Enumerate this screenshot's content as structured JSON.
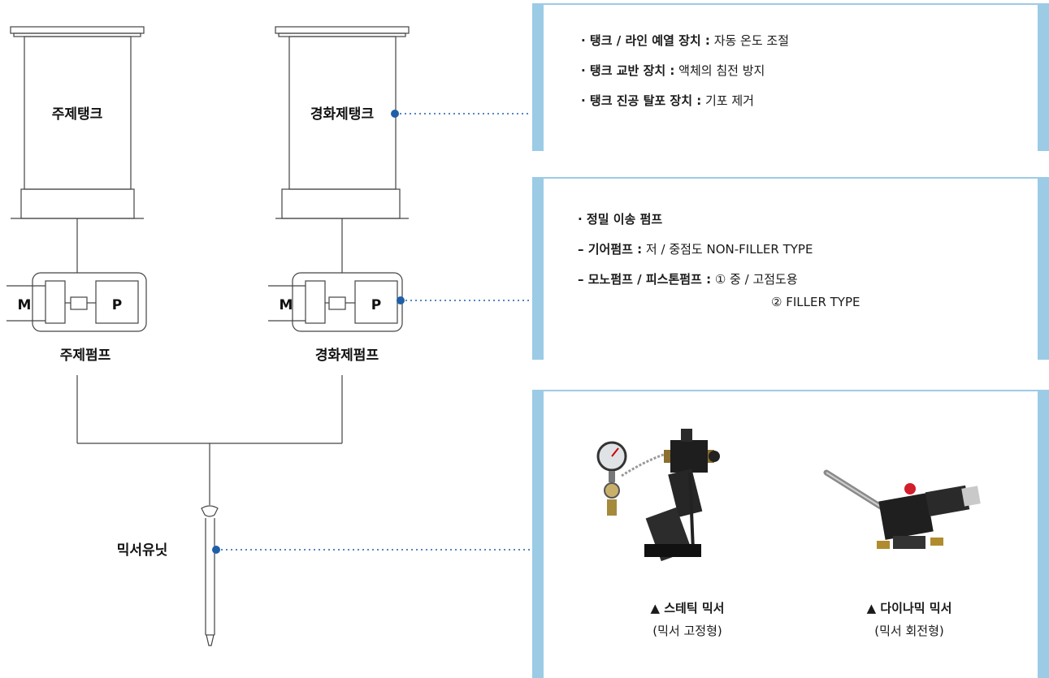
{
  "diagram": {
    "main_tank": "주제탱크",
    "hardener_tank": "경화제탱크",
    "motor": "M",
    "pump": "P",
    "main_pump": "주제펌프",
    "hardener_pump": "경화제펌프",
    "mixer_unit": "믹서유닛"
  },
  "tank_panel": {
    "items": [
      {
        "title": "· 탱크 / 라인 예열 장치 :",
        "desc": " 자동 온도 조절"
      },
      {
        "title": "· 탱크 교반 장치 :",
        "desc": " 액체의 침전 방지"
      },
      {
        "title": "· 탱크 진공 탈포 장치 :",
        "desc": " 기포 제거"
      }
    ]
  },
  "pump_panel": {
    "heading": "· 정밀 이송 펌프",
    "gear": {
      "title": "– 기어펌프 :",
      "desc": " 저 / 중점도 NON-FILLER TYPE"
    },
    "mono": {
      "title": "– 모노펌프 / 피스톤펌프 :",
      "desc": " ① 중 / 고점도용"
    },
    "mono_line2": "② FILLER TYPE"
  },
  "mixer_panel": {
    "static": {
      "title": "▲  스테틱 믹서",
      "sub": "(믹서 고정형)"
    },
    "dynamic": {
      "title": "▲ 다이나믹 믹서",
      "sub": "(믹서 회전형)"
    }
  },
  "colors": {
    "accent": "#9ccbe6",
    "dot": "#1f5fa8",
    "line": "#444444"
  }
}
